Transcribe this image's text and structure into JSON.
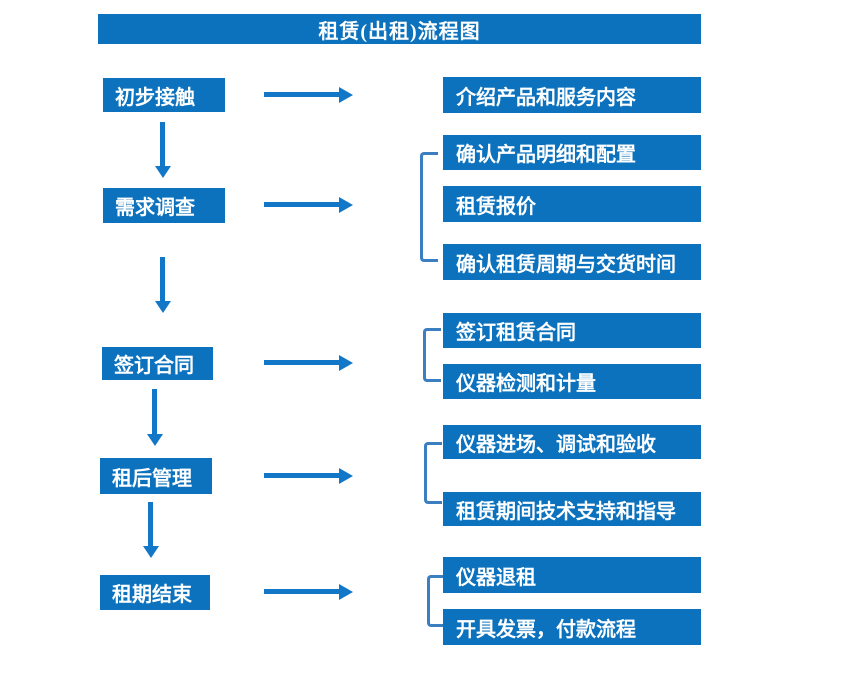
{
  "title": "租赁(出租)流程图",
  "colors": {
    "box_fill": "#0c72be",
    "arrow": "#1377c8",
    "bracket": "#3c7fc1",
    "box_text": "#ffffff",
    "background": "#ffffff"
  },
  "flow": {
    "steps": [
      {
        "label": "初步接触",
        "details": [
          "介绍产品和服务内容"
        ]
      },
      {
        "label": "需求调查",
        "details": [
          "确认产品明细和配置",
          "租赁报价",
          "确认租赁周期与交货时间"
        ]
      },
      {
        "label": "签订合同",
        "details": [
          "签订租赁合同",
          "仪器检测和计量"
        ]
      },
      {
        "label": "租后管理",
        "details": [
          "仪器进场、调试和验收",
          "租赁期间技术支持和指导"
        ]
      },
      {
        "label": "租期结束",
        "details": [
          "仪器退租",
          "开具发票，付款流程"
        ]
      }
    ]
  }
}
